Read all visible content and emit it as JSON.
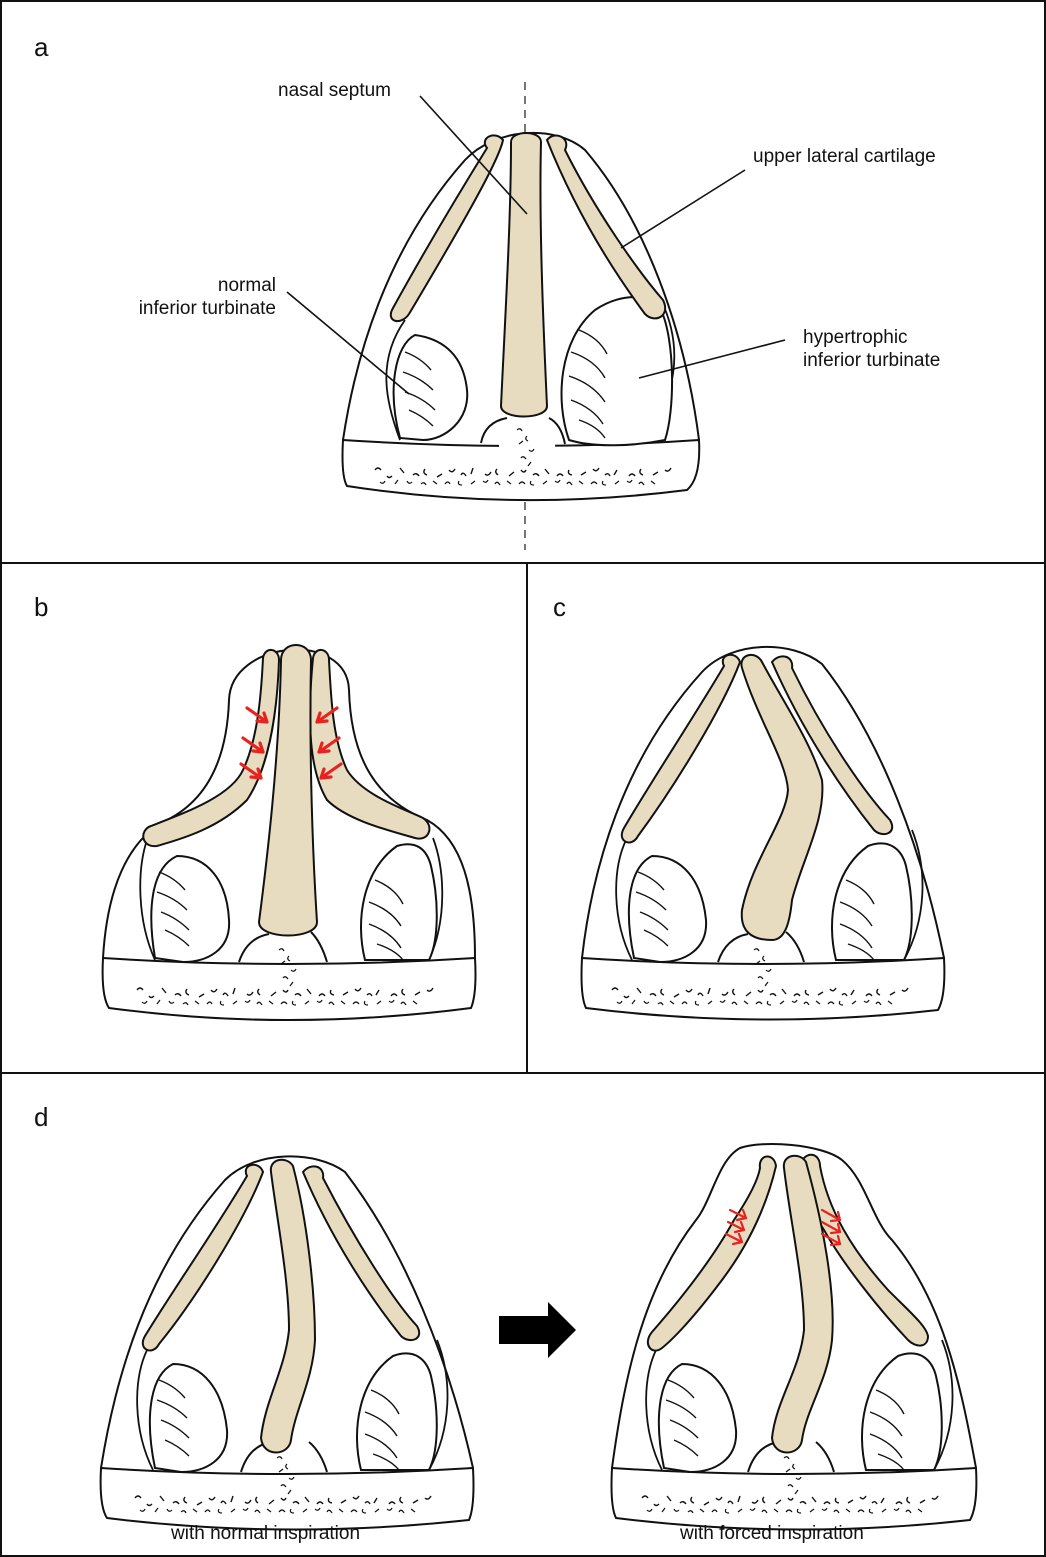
{
  "panels": {
    "a": {
      "letter": "a",
      "labels": {
        "nasal_septum": "nasal septum",
        "upper_lateral_cartilage": "upper lateral cartilage",
        "normal_turbinate_line1": "normal",
        "normal_turbinate_line2": "inferior turbinate",
        "hypertrophic_line1": "hypertrophic",
        "hypertrophic_line2": "inferior turbinate"
      }
    },
    "b": {
      "letter": "b"
    },
    "c": {
      "letter": "c"
    },
    "d": {
      "letter": "d",
      "caption_left": "with normal inspiration",
      "caption_right": "with forced inspiration"
    }
  },
  "colors": {
    "cartilage_fill": "#e7dcc0",
    "outline": "#111111",
    "arrow_red": "#e8231f",
    "transition_arrow": "#000000"
  }
}
